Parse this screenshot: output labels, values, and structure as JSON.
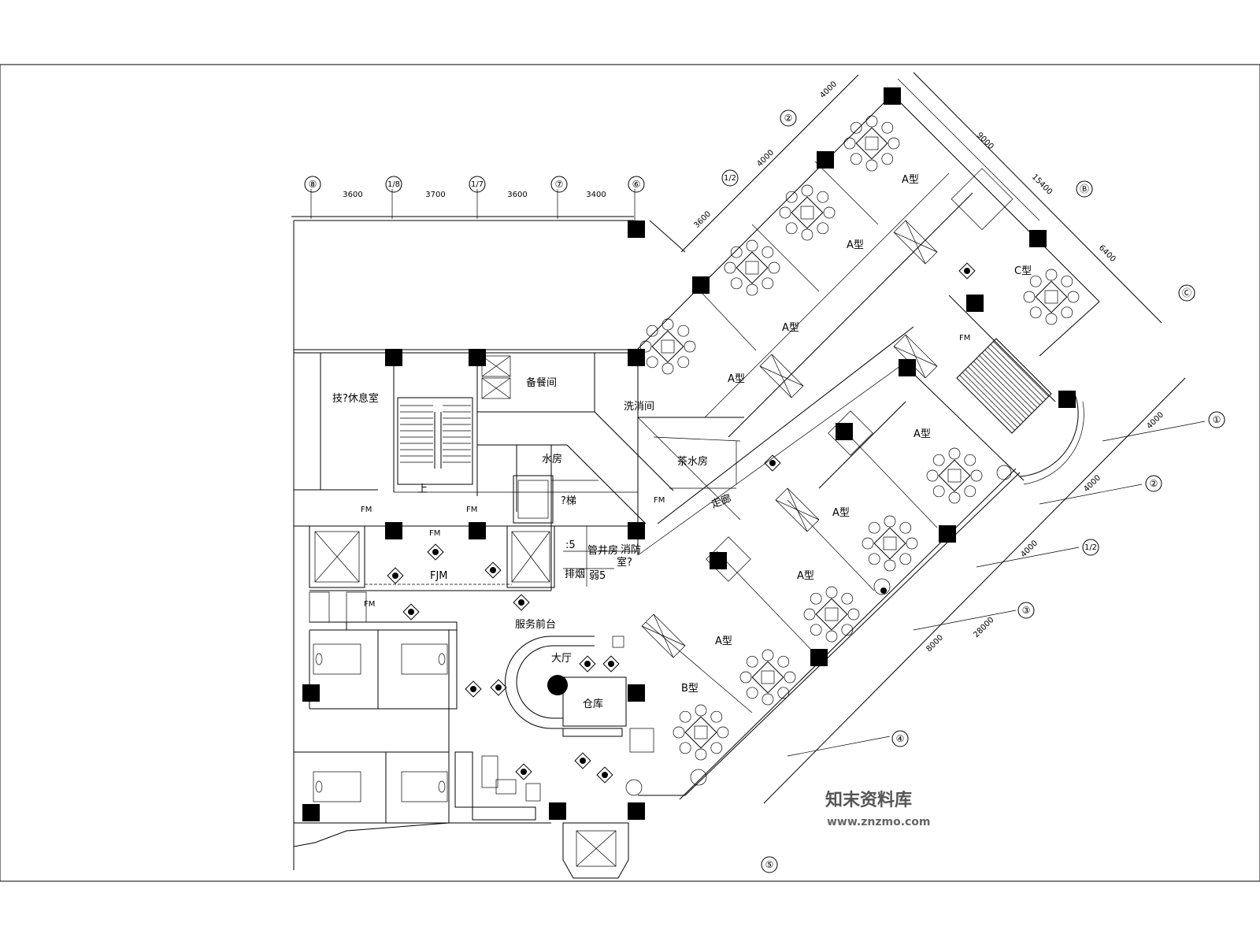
{
  "drawing": {
    "axes_top": [
      "⑧",
      "1/8",
      "1/7",
      "⑦",
      "⑥"
    ],
    "dims_top": [
      "3600",
      "3700",
      "3600",
      "3400"
    ],
    "axes_diag_top": [
      "②",
      "1/2",
      "Ⓑ",
      "Ⓒ"
    ],
    "dims_diag_top": [
      "4000",
      "4000",
      "3600",
      "9000",
      "15400",
      "6400"
    ],
    "axes_right": [
      "①",
      "②",
      "1/2",
      "③",
      "④",
      "⑤"
    ],
    "dims_right": [
      "4000",
      "4000",
      "4000",
      "8000",
      "28000"
    ]
  },
  "rooms": {
    "staff_rest": "技?休息室",
    "pantry": "备餐间",
    "wash": "洗消间",
    "tea": "茶水房",
    "water_room": "水房",
    "elevator_room": "?梯",
    "pipe_shaft": "管井房",
    "fire_room": "消防",
    "fire_room2": "室?",
    "shaft5a": ":5",
    "shaft5b": "弱5",
    "smoke": "排烟",
    "lobby_fm": "FJM",
    "service": "服务前台",
    "hall": "大厅",
    "storage": "仓库",
    "corridor": "走廊",
    "up": "上"
  },
  "labels": {
    "fm": "FM",
    "type_a": "A型",
    "type_b": "B型",
    "type_c": "C型"
  },
  "watermark": {
    "brand": "知末资料库",
    "url": "www.znzmo.com"
  }
}
